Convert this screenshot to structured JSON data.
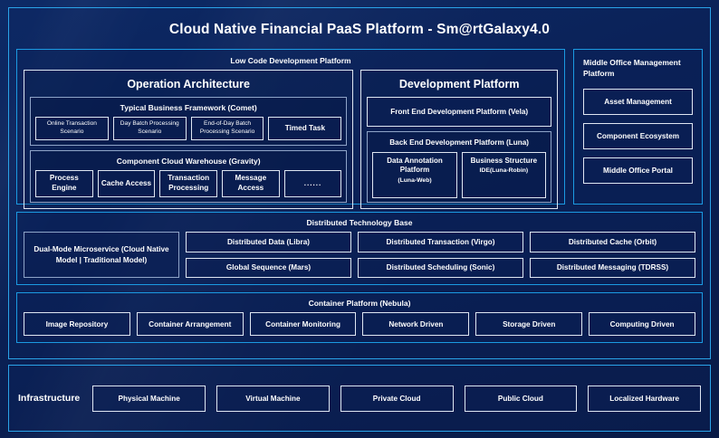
{
  "title": "Cloud Native Financial PaaS Platform - Sm@rtGalaxy4.0",
  "colors": {
    "background": "#0a1f52",
    "frame_accent": "#2aa3e8",
    "inner_border": "#dfe6f2",
    "soft_border": "#8fa4c8",
    "text": "#ffffff"
  },
  "low_code": {
    "title": "Low Code Development Platform",
    "operation_architecture": {
      "title": "Operation Architecture",
      "framework": {
        "title": "Typical Business Framework (Comet)",
        "items": [
          "Online Transaction Scenario",
          "Day Batch Processing Scenario",
          "End-of-Day Batch Processing Scenario",
          "Timed Task"
        ]
      },
      "warehouse": {
        "title": "Component Cloud Warehouse (Gravity)",
        "items": [
          "Process Engine",
          "Cache Access",
          "Transaction Processing",
          "Message Access",
          "......"
        ]
      }
    },
    "development_platform": {
      "title": "Development Platform",
      "front_end": "Front End Development Platform (Vela)",
      "back_end": {
        "title": "Back End Development Platform (Luna)",
        "items": [
          {
            "main": "Data Annotation Platform",
            "sub": "(Luna-Web)"
          },
          {
            "main": "Business Structure",
            "sub": "IDE(Luna-Robin)"
          }
        ]
      }
    }
  },
  "middle_office": {
    "title": "Middle Office Management Platform",
    "items": [
      "Asset Management",
      "Component Ecosystem",
      "Middle Office Portal"
    ]
  },
  "distributed_base": {
    "title": "Distributed Technology Base",
    "highlight": "Dual-Mode Microservice (Cloud Native Model | Traditional Model)",
    "columns": [
      [
        "Distributed Data (Libra)",
        "Global Sequence (Mars)"
      ],
      [
        "Distributed Transaction (Virgo)",
        "Distributed Scheduling (Sonic)"
      ],
      [
        "Distributed Cache (Orbit)",
        "Distributed Messaging (TDRSS)"
      ]
    ]
  },
  "container_platform": {
    "title": "Container Platform (Nebula)",
    "items": [
      "Image Repository",
      "Container Arrangement",
      "Container Monitoring",
      "Network Driven",
      "Storage Driven",
      "Computing Driven"
    ]
  },
  "infrastructure": {
    "label": "Infrastructure",
    "items": [
      "Physical Machine",
      "Virtual Machine",
      "Private Cloud",
      "Public Cloud",
      "Localized Hardware"
    ]
  }
}
